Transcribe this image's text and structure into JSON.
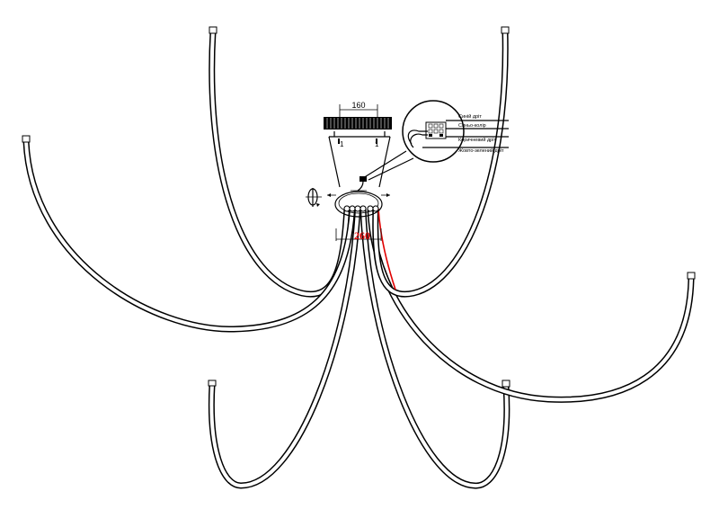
{
  "dimensions": {
    "top_width": "160",
    "base_width": "260"
  },
  "wire_labels": [
    "Синій дріт",
    "Синьо-колір",
    "Коричневий дріт",
    "Жовто-зелений дріт"
  ],
  "screw_markers": [
    "1",
    "1"
  ],
  "colors": {
    "line": "#000000",
    "highlight": "#e00000",
    "background": "#ffffff"
  }
}
